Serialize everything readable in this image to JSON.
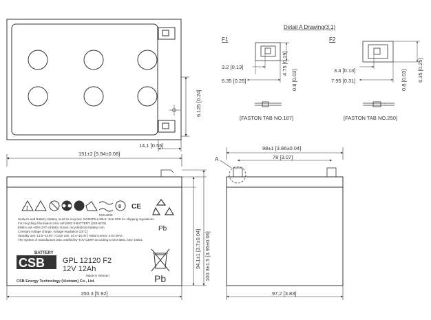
{
  "detail_title": "Detail A Drawing(3:1)",
  "detail_f1": {
    "label": "F1",
    "dims": [
      "3.2 [0.13]",
      "6.35 [0.25]",
      "0.8 [0.03]",
      "4.75 [0.19]"
    ],
    "caption": "[FASTON TAB NO.187]"
  },
  "detail_f2": {
    "label": "F2",
    "dims": [
      "3.4 [0.13]",
      "7.95 [0.31]",
      "0.8 [0.03]",
      "6.35 [0.25]"
    ],
    "caption": "[FASTON TAB NO.250]"
  },
  "top_view": {
    "dim_right": "6.125 [0.24]",
    "dim_bottom": "14.1 [0.56]"
  },
  "front_view": {
    "width_top": "151±2 [5.94±0.08]",
    "width_bottom": "150.3 [5.92]",
    "height_inner": "94.1±1 [3.7±0.04]",
    "height_outer": "100.3±1.5 [3.95±0.06]"
  },
  "side_view": {
    "label_a": "A",
    "width_top": "98±1 [3.86±0.04]",
    "terminal_spacing": "78 [3.07]",
    "width_bottom": "97.2 [3.83]"
  },
  "battery_label": {
    "cert_code": "MH14533",
    "warning_lines": [
      "Sealed Lead Battery. Battery must be recycled. NONSPILLABLE. See SDS for shipping regulations.",
      "For recycling information USA call (800) 8-BATTERY (228-8379)",
      "EMEA call +800 (377-41556) | Email: recycle@csb-battery.com",
      "Constant voltage charge, Voltage regulation (25°C)",
      "Standby use: 13.5~13.8V | Cycle use: 14.4~15.0V | Initial current: 3.6A MAX.",
      "The system of manufacture was certified by TUV CERT according to ISO 9001, ISO 14001."
    ],
    "battery_word": "BATTERY",
    "logo_text": "CSB",
    "model": "GPL 12120 F2",
    "rating": "12V 12Ah",
    "made_in": "Made in Vietnam",
    "company": "CSB Energy Technology (Vietnam) Co., Ltd.",
    "pb_top": "Pb",
    "pb_bottom": "Pb",
    "ce_mark": "CE"
  }
}
